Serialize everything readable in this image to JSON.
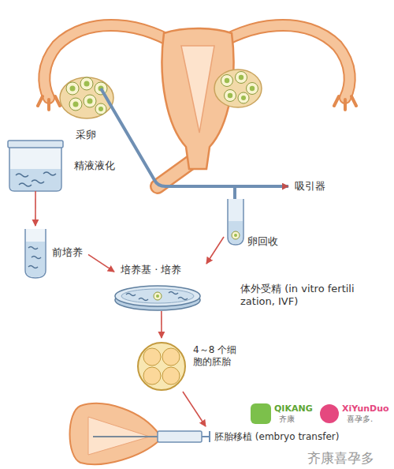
{
  "diagram": {
    "nodes": [
      {
        "text": [
          "精液液化"
        ]
      },
      {
        "text": [
          "前培养"
        ]
      },
      {
        "text": [
          "卵回收"
        ]
      },
      {
        "text": [
          "培养基 · 培养",
          "体外受精 (in vitro fertilization, IVF)"
        ]
      },
      {
        "text": [
          "4～8 个细胞的胚胎"
        ]
      },
      {
        "text": [
          "胚胎移植 (embryo transfer)"
        ]
      }
    ],
    "edges": [
      {
        "from": 0,
        "to": 1,
        "arrow": "to"
      },
      {
        "from": 1,
        "to": 3,
        "arrow": "to"
      },
      {
        "from": 2,
        "to": 3,
        "arrow": "to"
      },
      {
        "from": 3,
        "to": 4,
        "arrow": "to"
      },
      {
        "from": 4,
        "to": 5,
        "arrow": "to"
      }
    ],
    "labels": [
      "采卵",
      "吸引器",
      "QIKANG",
      "齐康",
      "XiYunDuo",
      "喜孕多.",
      "齐康喜孕多"
    ]
  }
}
